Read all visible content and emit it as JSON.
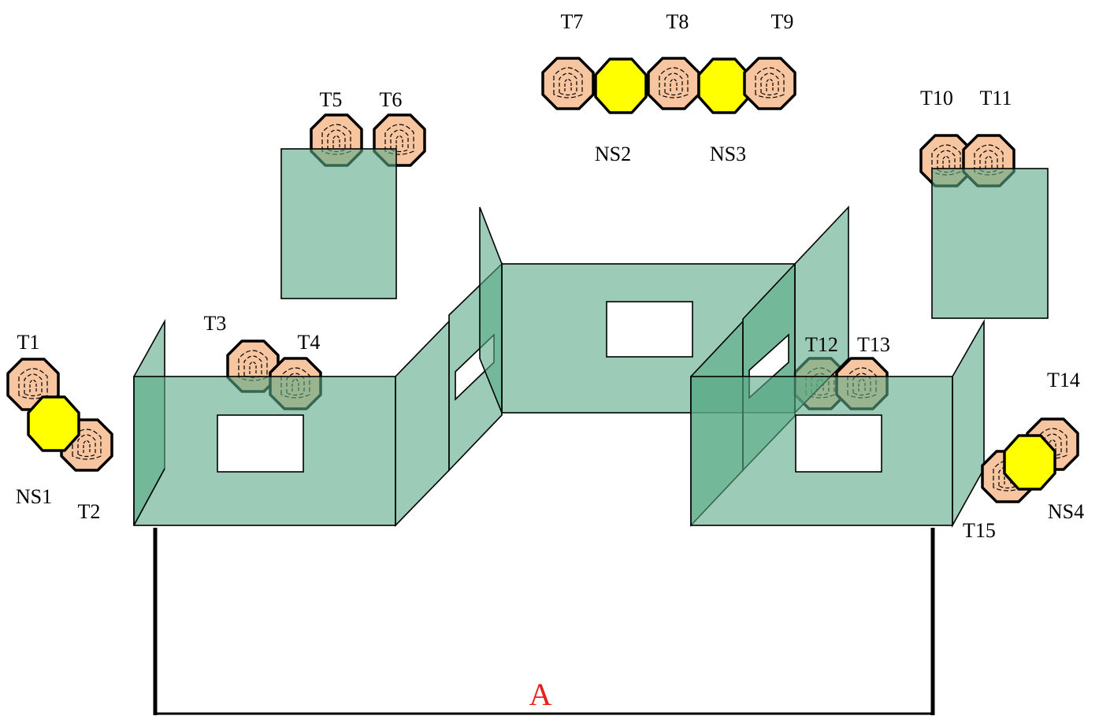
{
  "colors": {
    "wall": "#5aaa87",
    "wall_opacity": 0.6,
    "transducer_fill": "#f7c59f",
    "sensor_fill": "#ffff00",
    "dimension_color": "#e8201c"
  },
  "icons": {
    "transducer": "octagon-contour-icon",
    "sensor": "yellow-octagon-icon"
  },
  "labels": {
    "T1": "T1",
    "T2": "T2",
    "T3": "T3",
    "T4": "T4",
    "T5": "T5",
    "T6": "T6",
    "T7": "T7",
    "T8": "T8",
    "T9": "T9",
    "T10": "T10",
    "T11": "T11",
    "T12": "T12",
    "T13": "T13",
    "T14": "T14",
    "T15": "T15",
    "NS1": "NS1",
    "NS2": "NS2",
    "NS3": "NS3",
    "NS4": "NS4"
  },
  "dimension": {
    "label": "A"
  }
}
